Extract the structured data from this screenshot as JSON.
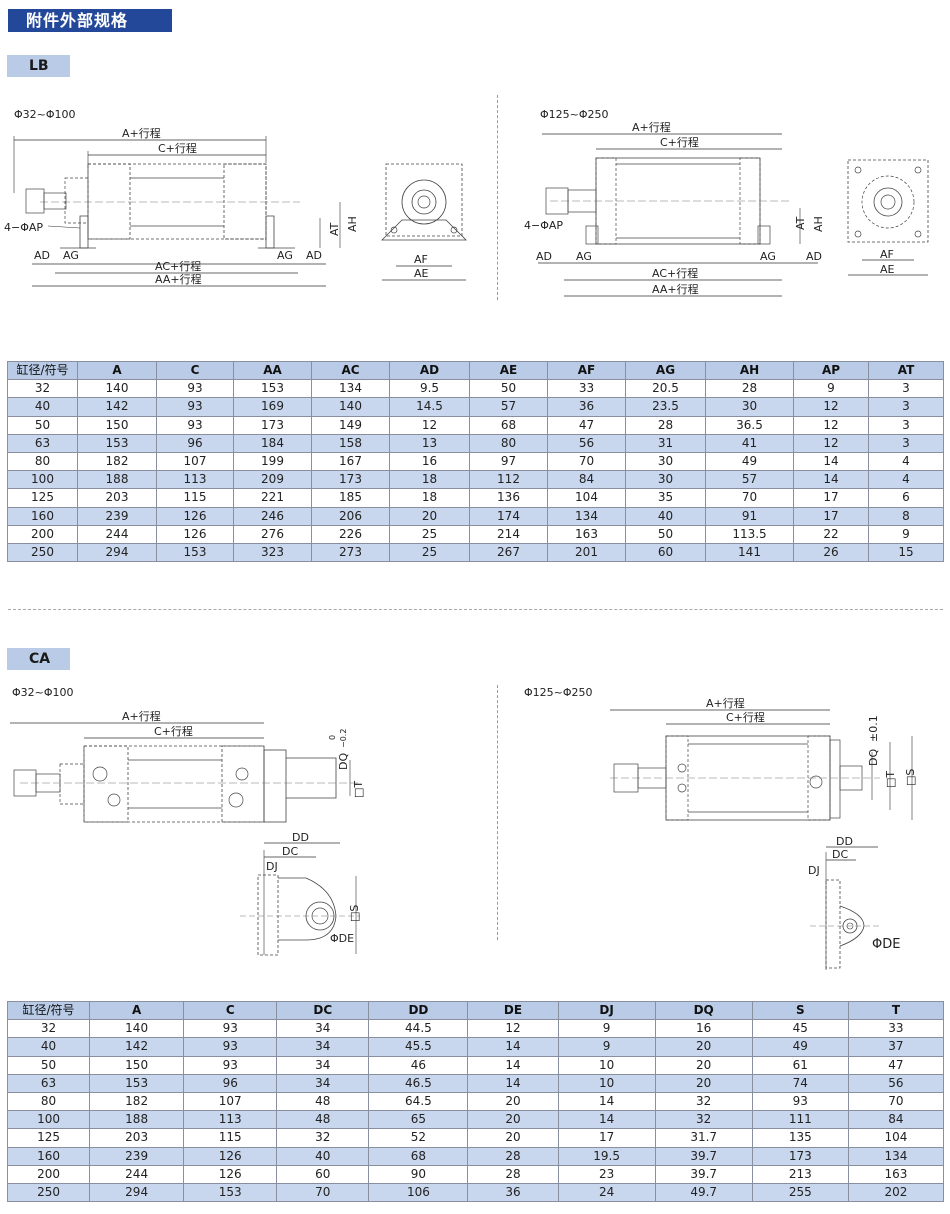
{
  "page_title": "附件外部规格",
  "lb": {
    "tag": "LB",
    "left_range": "Φ32~Φ100",
    "right_range": "Φ125~Φ250",
    "labels": {
      "a_stroke": "A+行程",
      "c_stroke": "C+行程",
      "ac_stroke": "AC+行程",
      "aa_stroke": "AA+行程",
      "ap": "4−ΦAP",
      "ad": "AD",
      "ag": "AG",
      "at": "AT",
      "ah": "AH",
      "af": "AF",
      "ae": "AE"
    },
    "table": {
      "headers": [
        "缸径/符号",
        "A",
        "C",
        "AA",
        "AC",
        "AD",
        "AE",
        "AF",
        "AG",
        "AH",
        "AP",
        "AT"
      ],
      "rows": [
        [
          "32",
          "140",
          "93",
          "153",
          "134",
          "9.5",
          "50",
          "33",
          "20.5",
          "28",
          "9",
          "3"
        ],
        [
          "40",
          "142",
          "93",
          "169",
          "140",
          "14.5",
          "57",
          "36",
          "23.5",
          "30",
          "12",
          "3"
        ],
        [
          "50",
          "150",
          "93",
          "173",
          "149",
          "12",
          "68",
          "47",
          "28",
          "36.5",
          "12",
          "3"
        ],
        [
          "63",
          "153",
          "96",
          "184",
          "158",
          "13",
          "80",
          "56",
          "31",
          "41",
          "12",
          "3"
        ],
        [
          "80",
          "182",
          "107",
          "199",
          "167",
          "16",
          "97",
          "70",
          "30",
          "49",
          "14",
          "4"
        ],
        [
          "100",
          "188",
          "113",
          "209",
          "173",
          "18",
          "112",
          "84",
          "30",
          "57",
          "14",
          "4"
        ],
        [
          "125",
          "203",
          "115",
          "221",
          "185",
          "18",
          "136",
          "104",
          "35",
          "70",
          "17",
          "6"
        ],
        [
          "160",
          "239",
          "126",
          "246",
          "206",
          "20",
          "174",
          "134",
          "40",
          "91",
          "17",
          "8"
        ],
        [
          "200",
          "244",
          "126",
          "276",
          "226",
          "25",
          "214",
          "163",
          "50",
          "113.5",
          "22",
          "9"
        ],
        [
          "250",
          "294",
          "153",
          "323",
          "273",
          "25",
          "267",
          "201",
          "60",
          "141",
          "26",
          "15"
        ]
      ]
    }
  },
  "ca": {
    "tag": "CA",
    "left_range": "Φ32~Φ100",
    "right_range": "Φ125~Φ250",
    "labels": {
      "a_stroke": "A+行程",
      "c_stroke": "C+行程",
      "dq": "DQ",
      "dq_tol_left_upper": "0",
      "dq_tol_left_lower": "−0.2",
      "dq_tol_right": "±0.1",
      "t": "□T",
      "s": "□S",
      "dd": "DD",
      "dc": "DC",
      "dj": "DJ",
      "de": "ΦDE"
    },
    "table": {
      "headers": [
        "缸径/符号",
        "A",
        "C",
        "DC",
        "DD",
        "DE",
        "DJ",
        "DQ",
        "S",
        "T"
      ],
      "rows": [
        [
          "32",
          "140",
          "93",
          "34",
          "44.5",
          "12",
          "9",
          "16",
          "45",
          "33"
        ],
        [
          "40",
          "142",
          "93",
          "34",
          "45.5",
          "14",
          "9",
          "20",
          "49",
          "37"
        ],
        [
          "50",
          "150",
          "93",
          "34",
          "46",
          "14",
          "10",
          "20",
          "61",
          "47"
        ],
        [
          "63",
          "153",
          "96",
          "34",
          "46.5",
          "14",
          "10",
          "20",
          "74",
          "56"
        ],
        [
          "80",
          "182",
          "107",
          "48",
          "64.5",
          "20",
          "14",
          "32",
          "93",
          "70"
        ],
        [
          "100",
          "188",
          "113",
          "48",
          "65",
          "20",
          "14",
          "32",
          "111",
          "84"
        ],
        [
          "125",
          "203",
          "115",
          "32",
          "52",
          "20",
          "17",
          "31.7",
          "135",
          "104"
        ],
        [
          "160",
          "239",
          "126",
          "40",
          "68",
          "28",
          "19.5",
          "39.7",
          "173",
          "134"
        ],
        [
          "200",
          "244",
          "126",
          "60",
          "90",
          "28",
          "23",
          "39.7",
          "213",
          "163"
        ],
        [
          "250",
          "294",
          "153",
          "70",
          "106",
          "36",
          "24",
          "49.7",
          "255",
          "202"
        ]
      ]
    }
  }
}
